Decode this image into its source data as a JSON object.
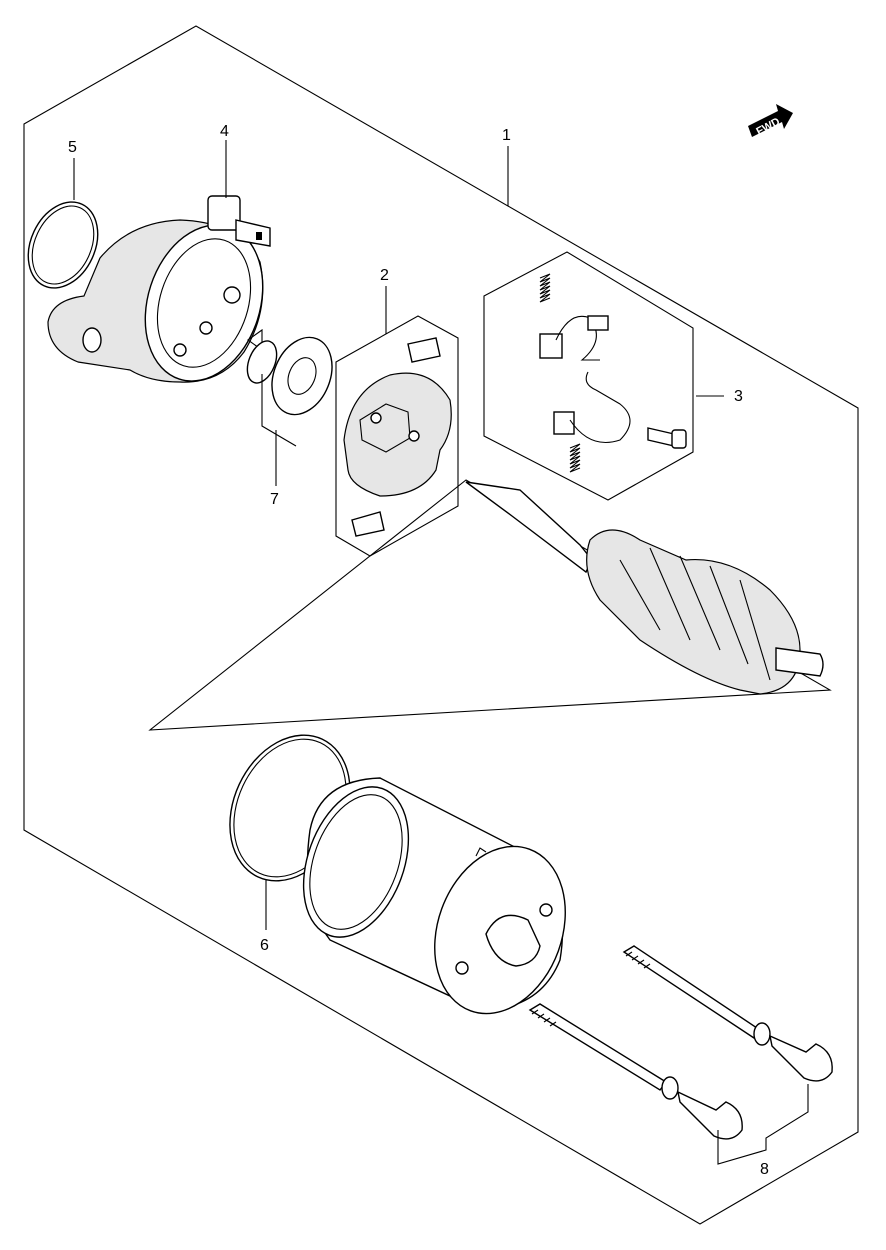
{
  "fwd_label": "FWD",
  "callouts": {
    "c1": "1",
    "c2": "2",
    "c3": "3",
    "c4": "4",
    "c5": "5",
    "c6": "6",
    "c7": "7",
    "c8": "8"
  },
  "icons": {
    "fwd": "fwd-arrow-icon"
  }
}
